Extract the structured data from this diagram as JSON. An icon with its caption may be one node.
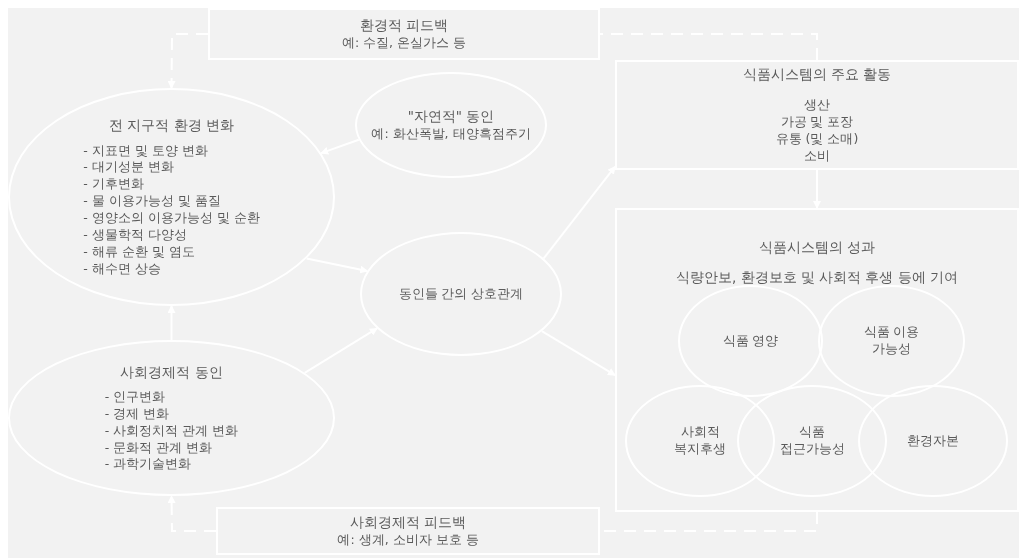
{
  "diagram": {
    "nodes": [
      {
        "text": [
          "환경적 피드백",
          "예: 수질, 온실가스 등"
        ]
      },
      {
        "text": [
          "\"자연적\" 동인",
          "예: 화산폭발, 태양흑점주기"
        ]
      },
      {
        "text": [
          "전 지구적 환경 변화",
          "- 지표면 및 토양 변화",
          "- 대기성분 변화",
          "- 기후변화",
          "- 물 이용가능성 및 품질",
          "- 영양소의 이용가능성 및 순환",
          "- 생물학적 다양성",
          "- 해류 순환 및 염도",
          "- 해수면 상승"
        ]
      },
      {
        "text": [
          "동인들 간의 상호관계"
        ]
      },
      {
        "text": [
          "사회경제적 동인",
          "- 인구변화",
          "- 경제 변화",
          "- 사회정치적 관계 변화",
          "- 문화적 관계 변화",
          "- 과학기술변화"
        ]
      },
      {
        "text": [
          "사회경제적 피드백",
          "예: 생계, 소비자 보호 등"
        ]
      },
      {
        "text": [
          "식품시스템의 주요 활동",
          "생산",
          "가공 및 포장",
          "유통 (및 소매)",
          "소비"
        ]
      },
      {
        "text": [
          "식품시스템의 성과",
          "식량안보, 환경보호 및 사회적 후생 등에 기여"
        ]
      },
      {
        "text": [
          "식품 영양"
        ],
        "in": 7
      },
      {
        "text": [
          "식품 이용 가능성"
        ],
        "in": 7
      },
      {
        "text": [
          "사회적 복지후생"
        ],
        "in": 7
      },
      {
        "text": [
          "식품 접근가능성"
        ],
        "in": 7
      },
      {
        "text": [
          "환경자본"
        ],
        "in": 7
      }
    ],
    "edges": [
      {
        "from": 0,
        "to": 2,
        "arrow": "to",
        "style": "dashed"
      },
      {
        "from": 1,
        "to": 2,
        "arrow": "to"
      },
      {
        "from": 2,
        "to": 3,
        "arrow": "to"
      },
      {
        "from": 4,
        "to": 2,
        "arrow": "to"
      },
      {
        "from": 4,
        "to": 3,
        "arrow": "to"
      },
      {
        "from": 3,
        "to": 6,
        "arrow": "to"
      },
      {
        "from": 3,
        "to": 7,
        "arrow": "to"
      },
      {
        "from": 6,
        "to": 7,
        "arrow": "to"
      },
      {
        "from": 6,
        "to": 0,
        "arrow": "none",
        "style": "dashed"
      },
      {
        "from": 7,
        "to": 5,
        "arrow": "none",
        "style": "dashed"
      },
      {
        "from": 5,
        "to": 4,
        "arrow": "to",
        "style": "dashed"
      }
    ]
  }
}
